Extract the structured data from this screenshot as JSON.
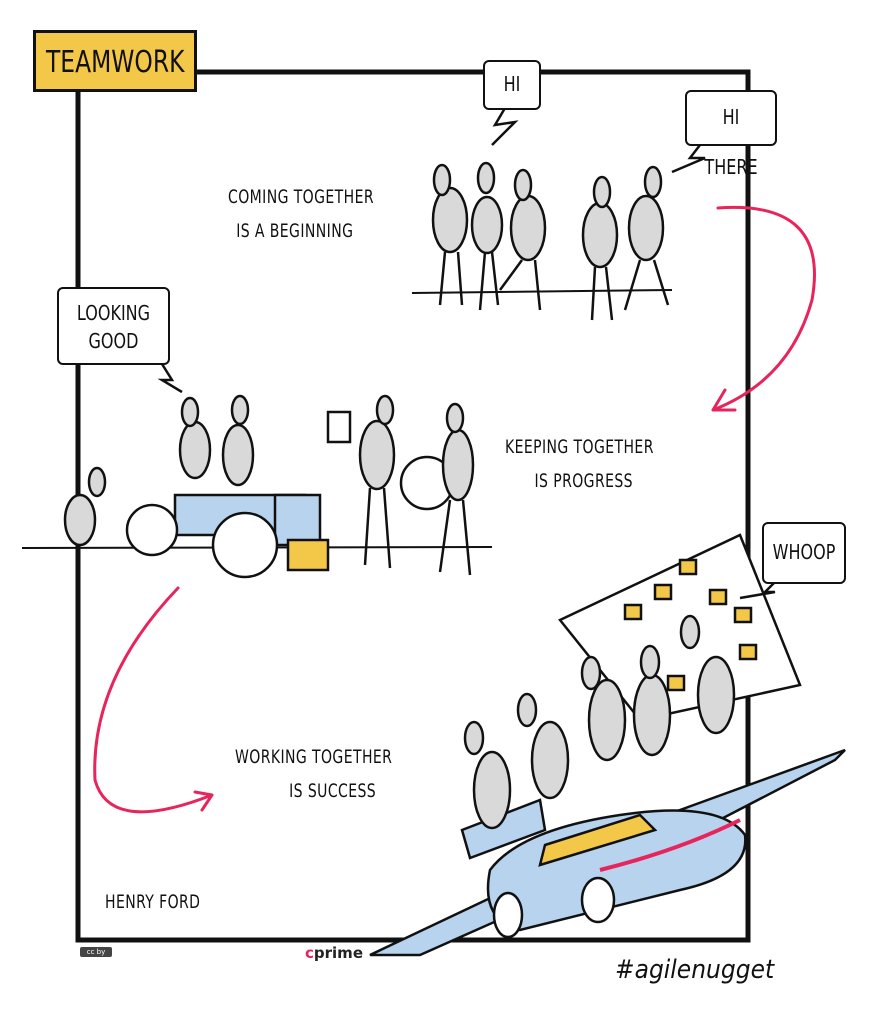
{
  "title": "TEAMWORK",
  "bubbles": {
    "hi": "HI",
    "hi_there": "HI THERE",
    "looking_good_1": "LOOKING",
    "looking_good_2": "GOOD",
    "whoop": "WHOOP"
  },
  "captions": {
    "beginning_1": "COMING TOGETHER",
    "beginning_2": "IS A BEGINNING",
    "progress_1": "KEEPING TOGETHER",
    "progress_2": "IS PROGRESS",
    "success_1": "WORKING TOGETHER",
    "success_2": "IS SUCCESS"
  },
  "author": "HENRY FORD",
  "footer": {
    "license": "cc by",
    "brand_c": "c",
    "brand_rest": "prime",
    "hashtag": "#agilenugget"
  },
  "colors": {
    "yellow": "#F3C747",
    "pink": "#E8245C",
    "blue": "#B7D3EE",
    "grey": "#D9D9D9"
  }
}
